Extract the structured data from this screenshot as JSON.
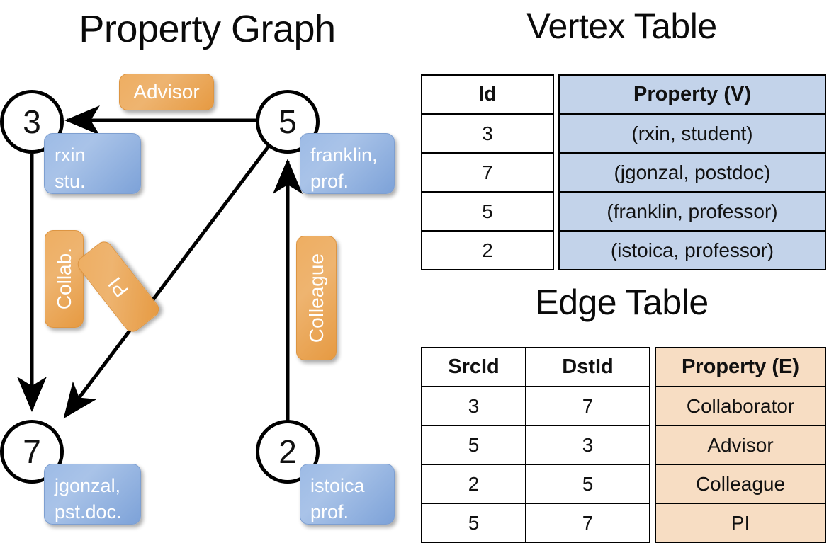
{
  "titles": {
    "property_graph": "Property Graph",
    "vertex_table": "Vertex Table",
    "edge_table": "Edge Table"
  },
  "graph": {
    "nodes": [
      {
        "id": "3",
        "property_lines": "rxin\nstu.",
        "line1": "rxin",
        "line2": "stu."
      },
      {
        "id": "5",
        "property_lines": "franklin,\nprof.",
        "line1": "franklin,",
        "line2": "prof."
      },
      {
        "id": "7",
        "property_lines": "jgonzal,\npst.doc.",
        "line1": "jgonzal,",
        "line2": "pst.doc."
      },
      {
        "id": "2",
        "property_lines": "istoica\nprof.",
        "line1": "istoica",
        "line2": "prof."
      }
    ],
    "edge_labels": [
      {
        "name": "advisor",
        "text": "Advisor",
        "orientation": "horizontal"
      },
      {
        "name": "collab",
        "text": "Collab.",
        "orientation": "vertical"
      },
      {
        "name": "pi",
        "text": "PI",
        "orientation": "diagonal"
      },
      {
        "name": "colleague",
        "text": "Colleague",
        "orientation": "vertical"
      }
    ],
    "colors": {
      "vertex_property_box": "#9dbbe6",
      "edge_property_box": "#eeae62",
      "node_stroke": "#000000",
      "edge_stroke": "#000000"
    }
  },
  "vertex_table": {
    "headers": [
      "Id",
      "Property (V)"
    ],
    "rows": [
      {
        "id": "3",
        "property": "(rxin, student)"
      },
      {
        "id": "7",
        "property": "(jgonzal, postdoc)"
      },
      {
        "id": "5",
        "property": "(franklin, professor)"
      },
      {
        "id": "2",
        "property": "(istoica, professor)"
      }
    ],
    "property_cell_color": "#c3d3ea"
  },
  "edge_table": {
    "headers": [
      "SrcId",
      "DstId",
      "Property (E)"
    ],
    "rows": [
      {
        "src": "3",
        "dst": "7",
        "property": "Collaborator"
      },
      {
        "src": "5",
        "dst": "3",
        "property": "Advisor"
      },
      {
        "src": "2",
        "dst": "5",
        "property": "Colleague"
      },
      {
        "src": "5",
        "dst": "7",
        "property": "PI"
      }
    ],
    "property_cell_color": "#f7ddc3"
  }
}
